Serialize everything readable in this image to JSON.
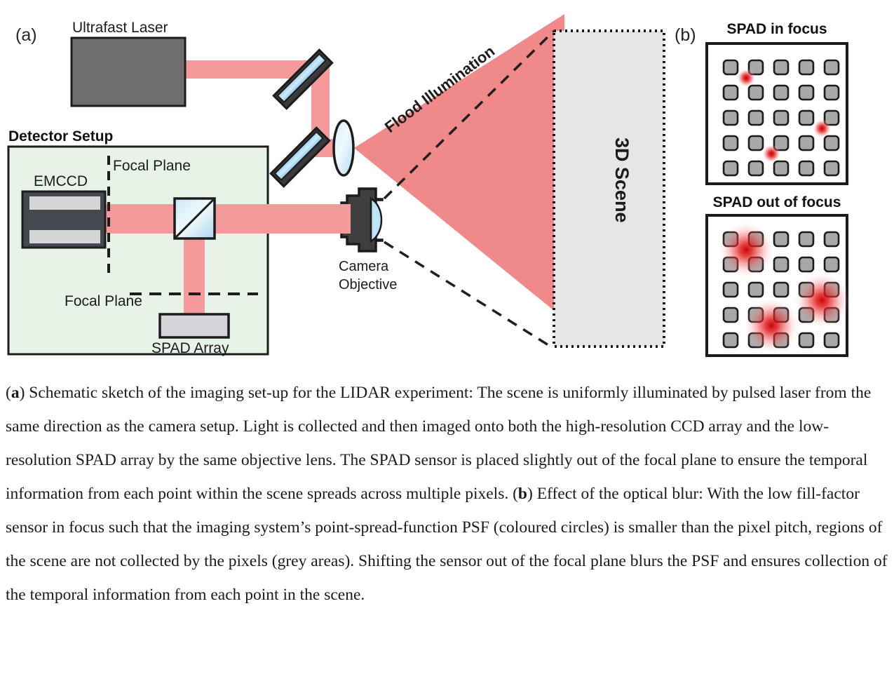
{
  "figure": {
    "panel_a": {
      "label": "(a)",
      "laser_label": "Ultrafast Laser",
      "detector_setup_label": "Detector Setup",
      "emccd_label": "EMCCD",
      "focal_plane_label_vertical": "Focal Plane",
      "focal_plane_label_horizontal": "Focal Plane",
      "spad_array_label": "SPAD Array",
      "camera_objective_label_line1": "Camera",
      "camera_objective_label_line2": "Objective",
      "flood_illumination_label": "Flood Illumination",
      "scene_label": "3D Scene"
    },
    "panel_b": {
      "label": "(b)",
      "in_focus_title": "SPAD in focus",
      "out_of_focus_title": "SPAD out of focus",
      "grid_rows": 5,
      "grid_cols": 5,
      "psf_spots_in_focus": [
        {
          "col": 0.62,
          "row": 0.42,
          "radius": 13
        },
        {
          "col": 3.62,
          "row": 2.42,
          "radius": 13
        },
        {
          "col": 1.62,
          "row": 3.42,
          "radius": 13
        }
      ],
      "psf_spots_out_of_focus": [
        {
          "col": 0.62,
          "row": 0.42,
          "radius": 40
        },
        {
          "col": 3.62,
          "row": 2.42,
          "radius": 40
        },
        {
          "col": 1.62,
          "row": 3.42,
          "radius": 40
        }
      ]
    },
    "colors": {
      "beam_red": "#f59a9a",
      "illumination_cone": "#f08a8a",
      "psf_red": "#e01b1b",
      "laser_body": "#6e6e6e",
      "detector_box_fill": "#e8f3e8",
      "emccd_body": "#44484f",
      "emccd_band": "#d6d6d6",
      "optic_blue": "#bfe2f5",
      "scene_fill": "#e6e6e6",
      "pixel_fill": "#a8a8a8",
      "outline": "#1c1c1c"
    }
  },
  "caption": {
    "segments": [
      {
        "text": "(",
        "bold": false
      },
      {
        "text": "a",
        "bold": true
      },
      {
        "text": ") Schematic sketch of the imaging set-up for the LIDAR experiment: The scene is uniformly illuminated by pulsed laser from the same direction as the camera setup. Light is collected and then imaged onto both the high-resolution CCD array and the low-resolution SPAD array by the same objective lens. The SPAD sensor is placed slightly out of the focal plane to ensure the temporal information from each point within the scene spreads across multiple pixels. (",
        "bold": false
      },
      {
        "text": "b",
        "bold": true
      },
      {
        "text": ") Effect of the optical blur: With the low fill-factor sensor in focus such that the imaging system’s point-spread-function PSF (coloured circles) is smaller than the pixel pitch, regions of the scene are not collected by the pixels (grey areas). Shifting the sensor out of the focal plane blurs the PSF and ensures collection of the temporal information from each point in the scene.",
        "bold": false
      }
    ]
  }
}
